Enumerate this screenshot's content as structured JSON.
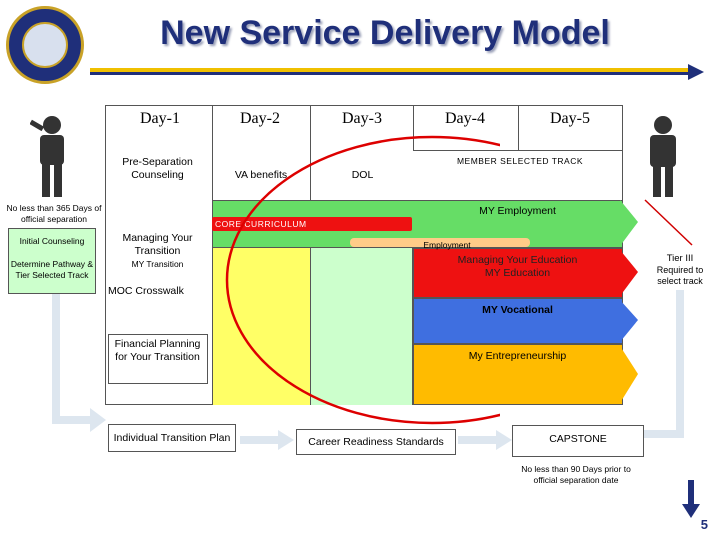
{
  "title": "New Service Delivery Model",
  "days": [
    "Day-1",
    "Day-2",
    "Day-3",
    "Day-4",
    "Day-5"
  ],
  "pre_separation": "Pre-Separation Counseling",
  "va_benefits": "VA benefits",
  "dol": "DOL",
  "member_selected_track": "MEMBER SELECTED TRACK",
  "no_less_365": "No less than 365 Days of official separation",
  "initial_counseling": "Initial Counseling",
  "determine_pathway": "Determine Pathway & Tier Selected Track",
  "core_curriculum": "CORE CURRICULUM",
  "managing_transition": "Managing Your Transition",
  "my_transition": "MY Transition",
  "moc_crosswalk": "MOC Crosswalk",
  "financial_planning": "Financial Planning for Your Transition",
  "my_employment": "MY Employment",
  "employment": "Employment",
  "managing_education": "Managing Your Education MY Education",
  "my_vocational": "MY Vocational",
  "my_entrepreneurship": "My Entrepreneurship",
  "tier_iii": "Tier III",
  "required_select": "Required to select track",
  "itp": "Individual Transition Plan",
  "crs": "Career Readiness Standards",
  "capstone": "CAPSTONE",
  "no_less_90": "No less than 90 Days prior to official separation date",
  "page_number": "5",
  "colors": {
    "title": "#1f2f7a",
    "yellow": "#ffff66",
    "green": "#66dd66",
    "red": "#ee1111",
    "blue": "#3f6fe0",
    "orange": "#ffbb00",
    "lightgreen": "#ccffcc"
  }
}
